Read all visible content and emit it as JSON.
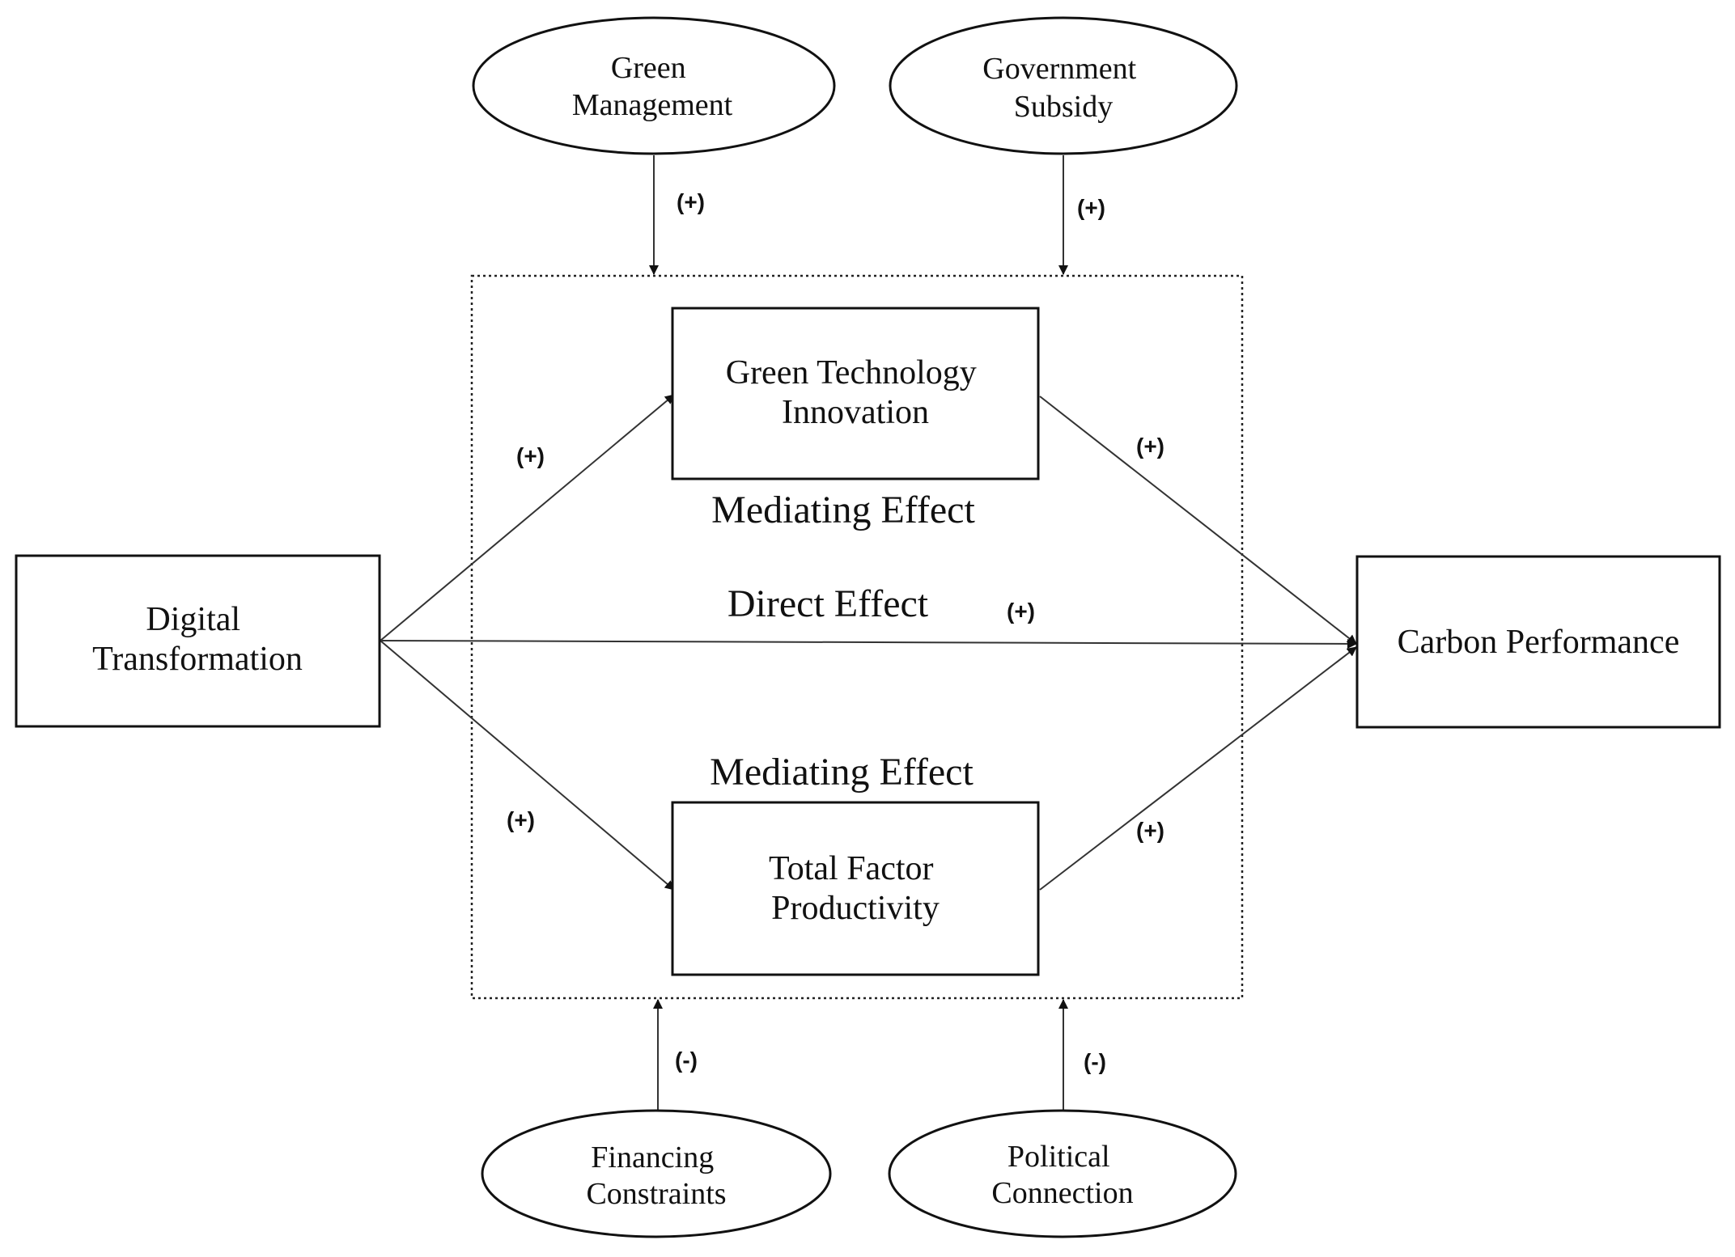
{
  "nodes": {
    "digital_transformation": {
      "lines": [
        "Digital",
        "Transformation"
      ]
    },
    "green_technology_innovation": {
      "lines": [
        "Green Technology",
        "Innovation"
      ]
    },
    "total_factor_productivity": {
      "lines": [
        "Total Factor",
        "Productivity"
      ]
    },
    "carbon_performance": {
      "lines": [
        "Carbon Performance"
      ]
    }
  },
  "moderators": {
    "green_management": {
      "lines": [
        "Green",
        "Management"
      ]
    },
    "government_subsidy": {
      "lines": [
        "Government",
        "Subsidy"
      ]
    },
    "financing_constraints": {
      "lines": [
        "Financing",
        "Constraints"
      ]
    },
    "political_connection": {
      "lines": [
        "Political",
        "Connection"
      ]
    }
  },
  "effects": {
    "mediating_top": "Mediating Effect",
    "direct": "Direct Effect",
    "mediating_bottom": "Mediating Effect"
  },
  "signs": {
    "green_management": "(+)",
    "government_subsidy": "(+)",
    "financing_constraints": "(-)",
    "political_connection": "(-)",
    "dt_to_gti": "(+)",
    "gti_to_cp": "(+)",
    "direct": "(+)",
    "dt_to_tfp": "(+)",
    "tfp_to_cp": "(+)"
  }
}
